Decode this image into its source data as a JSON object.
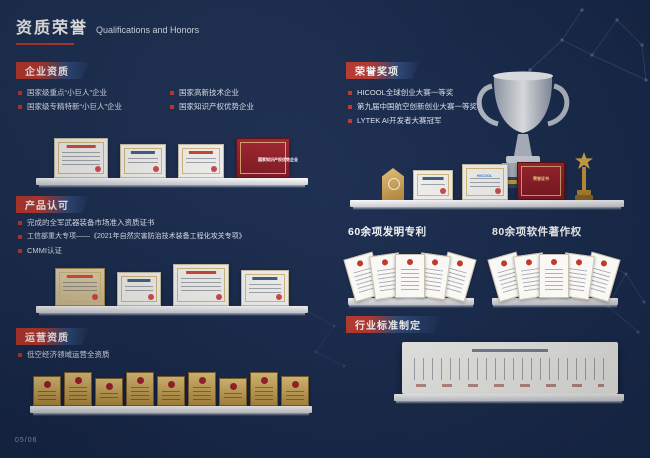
{
  "page": {
    "title_cn": "资质荣誉",
    "title_en": "Qualifications and Honors",
    "page_number": "05/06"
  },
  "colors": {
    "background": "#1a2b4f",
    "accent_red": "#c03a31",
    "ribbon_blue": "#2e4b7d",
    "shelf_white": "#eef0f4"
  },
  "left": {
    "enterprise": {
      "header": "企业资质",
      "items": [
        "国家级重点“小巨人”企业",
        "国家级专精特新“小巨人”企业",
        "国家高新技术企业",
        "国家知识产权优势企业"
      ],
      "red_cert_label": "国家知识产权优势企业"
    },
    "product": {
      "header": "产品认可",
      "items": [
        "完成的全军武器装备市场准入资质证书",
        "工信部重大专项——《2021年自然灾害防治技术装备工程化攻关专项》",
        "CMMI认证"
      ]
    },
    "operation": {
      "header": "运营资质",
      "items": [
        "低空经济领域运营全资质"
      ]
    }
  },
  "right": {
    "honors": {
      "header": "荣誉奖项",
      "items": [
        "HICOOL全球创业大赛一等奖",
        "第九届中国航空创新创业大赛一等奖",
        "LYTEK AI开发者大赛冠军"
      ],
      "white_cert_label": "HICOOL",
      "red_cert_label": "荣誉证书"
    },
    "patents": {
      "header": "60余项发明专利"
    },
    "software": {
      "header": "80余项软件著作权"
    },
    "standards": {
      "header": "行业标准制定"
    }
  }
}
